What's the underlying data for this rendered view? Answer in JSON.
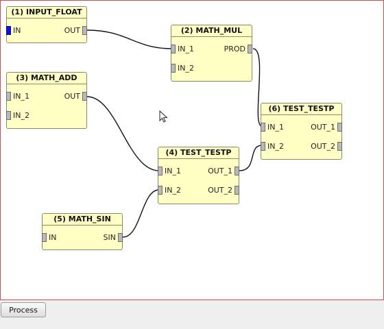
{
  "nodes": [
    {
      "title": "(1) INPUT_FLOAT",
      "in": [
        "IN"
      ],
      "out": [
        "OUT"
      ]
    },
    {
      "title": "(2) MATH_MUL",
      "in": [
        "IN_1",
        "IN_2"
      ],
      "out": [
        "PROD"
      ]
    },
    {
      "title": "(3) MATH_ADD",
      "in": [
        "IN_1",
        "IN_2"
      ],
      "out": [
        "OUT"
      ]
    },
    {
      "title": "(4) TEST_TESTP",
      "in": [
        "IN_1",
        "IN_2"
      ],
      "out": [
        "OUT_1",
        "OUT_2"
      ]
    },
    {
      "title": "(5) MATH_SIN",
      "in": [
        "IN"
      ],
      "out": [
        "SIN"
      ]
    },
    {
      "title": "(6) TEST_TESTP",
      "in": [
        "IN_1",
        "IN_2"
      ],
      "out": [
        "OUT_1",
        "OUT_2"
      ]
    }
  ],
  "toolbar": {
    "process_label": "Process"
  },
  "colors": {
    "node_fill": "#ffffc6",
    "canvas_border": "#d24a4a",
    "active_port": "#1010dd"
  }
}
